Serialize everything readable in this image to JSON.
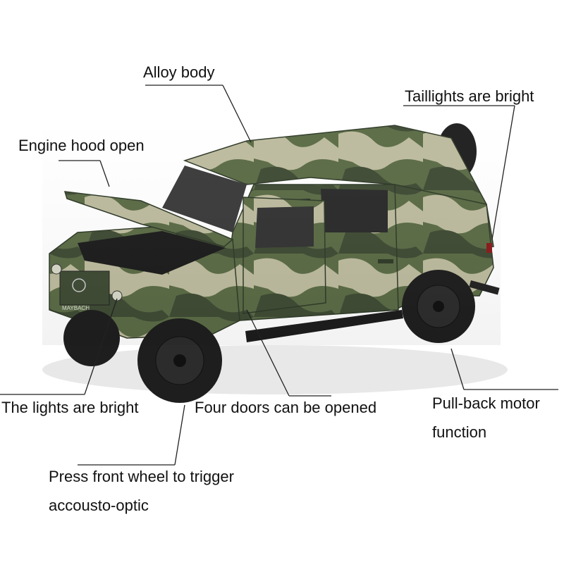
{
  "labels": {
    "alloy_body": "Alloy body",
    "taillights": "Taillights are bright",
    "engine_hood": "Engine hood open",
    "lights": "The lights are bright",
    "four_doors": "Four doors can be opened",
    "pullback_line1": "Pull-back motor",
    "pullback_line2": "function",
    "press_line1": "Press front wheel to trigger",
    "press_line2": "accousto-optic"
  },
  "vehicle": {
    "badge_text": "MAYBACH"
  },
  "colors": {
    "camo_green": "#5a6b45",
    "camo_dark": "#3f4b34",
    "camo_light": "#cfc9ae",
    "tire": "#1e1e1e",
    "rim": "#2c2c2c",
    "text": "#111111"
  }
}
